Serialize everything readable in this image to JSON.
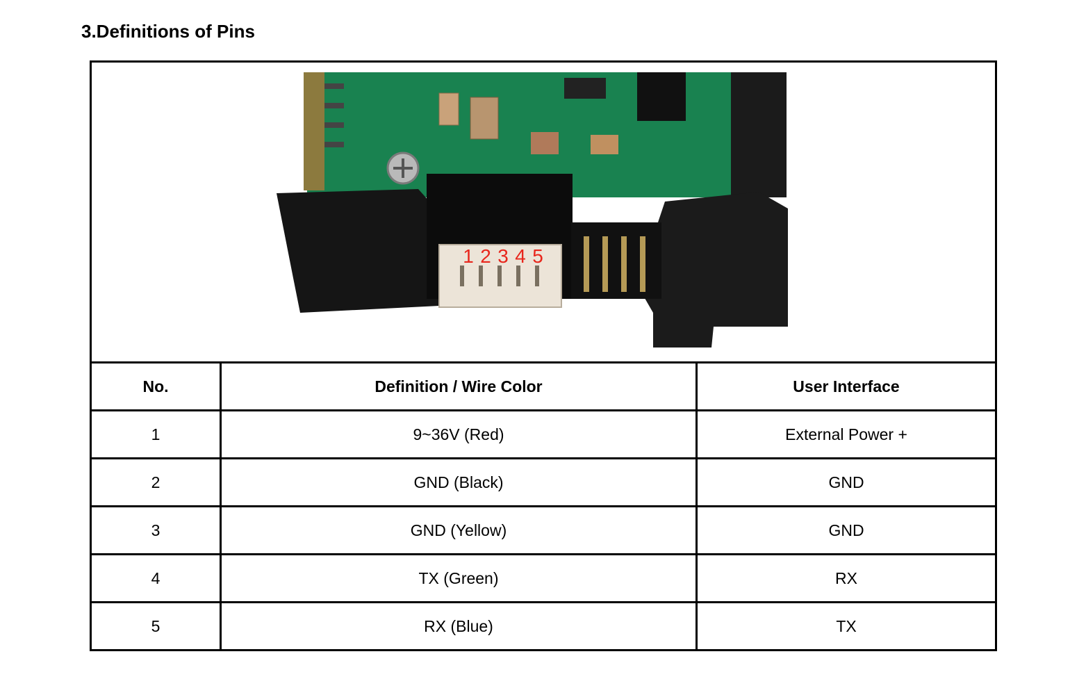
{
  "section": {
    "title": "3.Definitions of Pins"
  },
  "photo": {
    "pin_labels": [
      "1",
      "2",
      "3",
      "4",
      "5"
    ],
    "label_color": "#e8261c",
    "board_color": "#1f8f5a",
    "housing_color": "#1b1b1b"
  },
  "table": {
    "headers": [
      "No.",
      "Definition / Wire Color",
      "User Interface"
    ],
    "rows": [
      {
        "no": "1",
        "definition": "9~36V (Red)",
        "interface": "External Power +"
      },
      {
        "no": "2",
        "definition": "GND (Black)",
        "interface": "GND"
      },
      {
        "no": "3",
        "definition": "GND (Yellow)",
        "interface": "GND"
      },
      {
        "no": "4",
        "definition": "TX (Green)",
        "interface": "RX"
      },
      {
        "no": "5",
        "definition": "RX (Blue)",
        "interface": "TX"
      }
    ]
  }
}
